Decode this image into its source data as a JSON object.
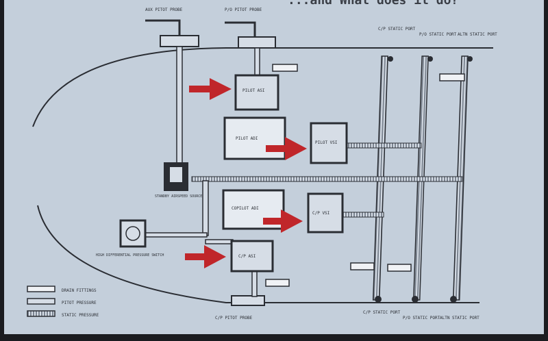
{
  "heading": "...and What does it do?",
  "labels": {
    "aux_pitot": "AUX PITOT PROBE",
    "pilot_pitot": "P/O PITOT PROBE",
    "copilot_static": "C/P STATIC PORT",
    "pilot_static_top": "P/O STATIC PORT",
    "alternate_static_top": "ALTN STATIC PORT",
    "copilot_static_bottom": "C/P STATIC PORT",
    "pilot_static_bottom": "P/O STATIC PORT",
    "alternate_static_bottom": "ALTN STATIC PORT",
    "copilot_pitot": "C/P PITOT PROBE",
    "pilot_asi": "PILOT ASI",
    "pilot_adi": "PILOT ADI",
    "pilot_vsi": "PILOT VSI",
    "copilot_adi": "COPILOT ADI",
    "copilot_vsi": "C/P VSI",
    "copilot_asi": "C/P ASI",
    "standby": "STANDBY AIRSPEED SOURCE",
    "diff_switch": "HIGH DIFFERENTIAL PRESSURE SWITCH"
  },
  "legend": [
    {
      "text": "DRAIN FITTINGS"
    },
    {
      "text": "PITOT PRESSURE"
    },
    {
      "text": "STATIC PRESSURE"
    }
  ],
  "colors": {
    "paper": "#c4cfdb",
    "line": "#2a2d33",
    "arrow": "#c0262a"
  }
}
